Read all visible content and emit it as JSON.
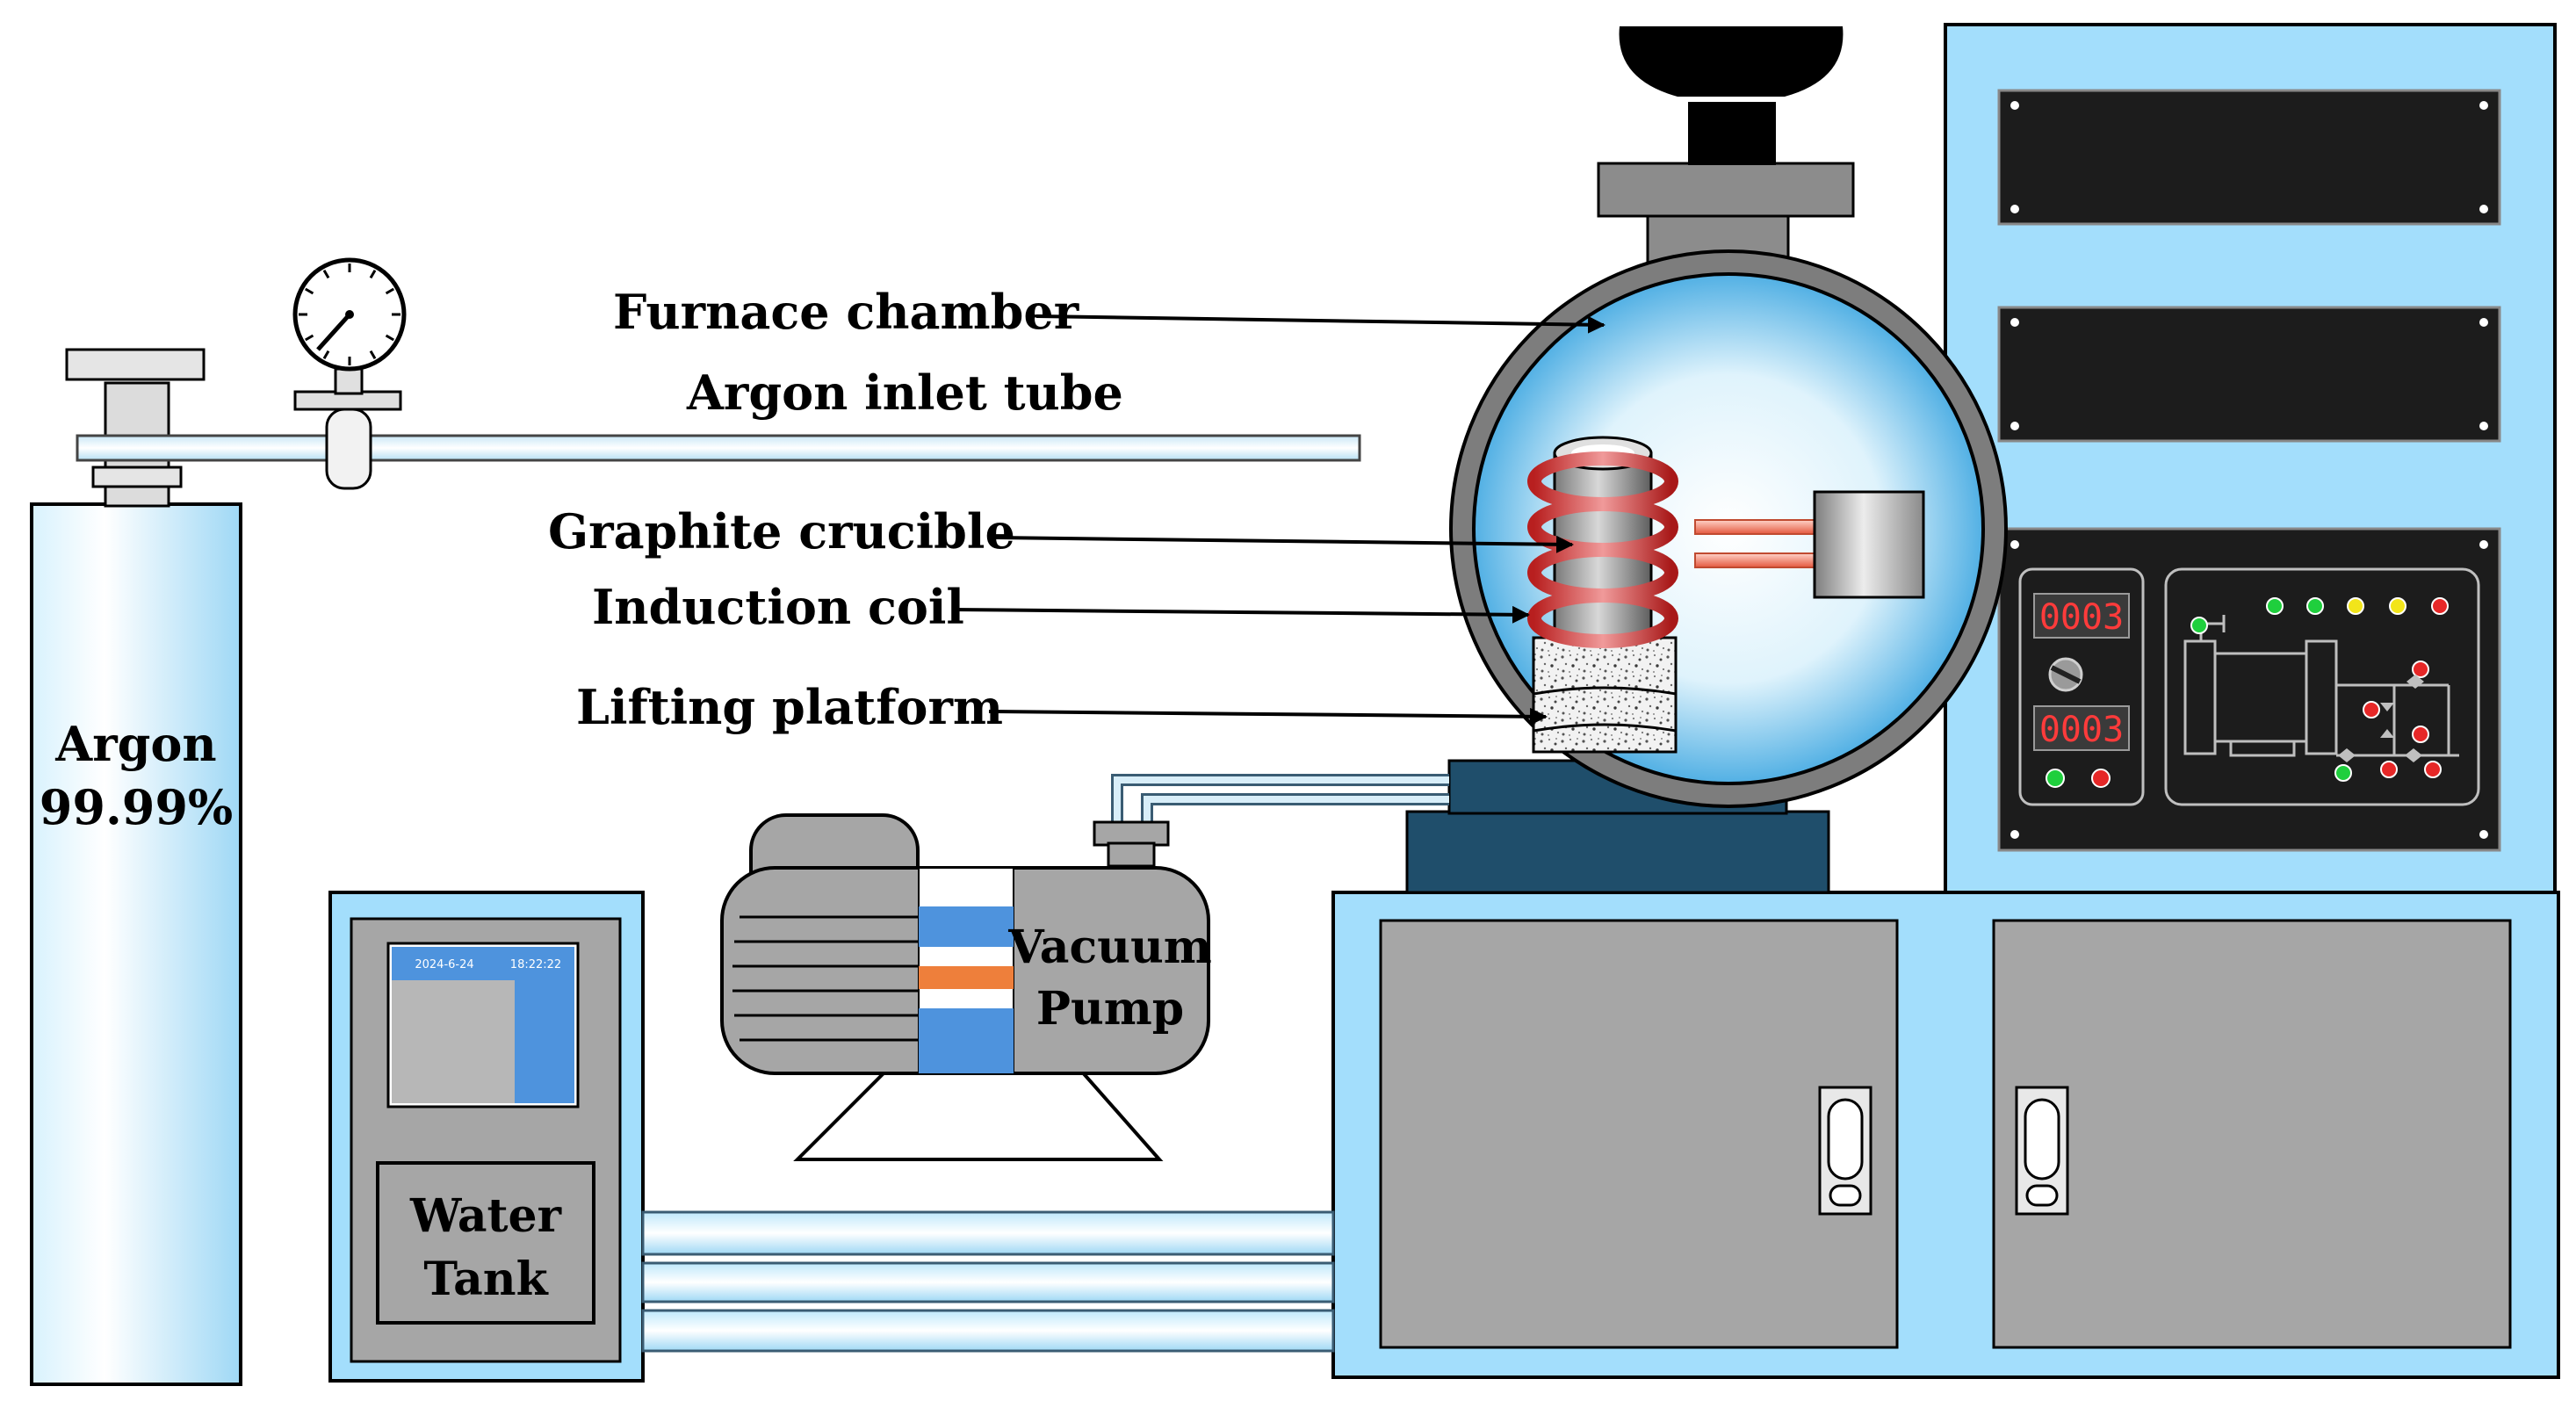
{
  "labels": {
    "furnace_chamber": "Furnace chamber",
    "argon_inlet_tube": "Argon inlet tube",
    "graphite_crucible": "Graphite crucible",
    "induction_coil": "Induction coil",
    "lifting_platform": "Lifting platform",
    "argon_line1": "Argon",
    "argon_line2": "99.99%",
    "vacuum_line1": "Vacuum",
    "vacuum_line2": "Pump",
    "water_line1": "Water",
    "water_line2": "Tank"
  },
  "water_tank_screen": {
    "date": "2024-6-24",
    "time": "18:22:22"
  },
  "control_panel": {
    "display_top": "0003",
    "display_bottom": "0003"
  },
  "colors": {
    "cabinet_blue": "#a3defc",
    "panel_black": "#1c1c1c",
    "metal_grey": "#a6a6a6",
    "coil_red": "#d02d2d",
    "pump_blue": "#4e93dd",
    "pump_orange": "#ee7f3b",
    "base_navy": "#1f4e6b"
  }
}
